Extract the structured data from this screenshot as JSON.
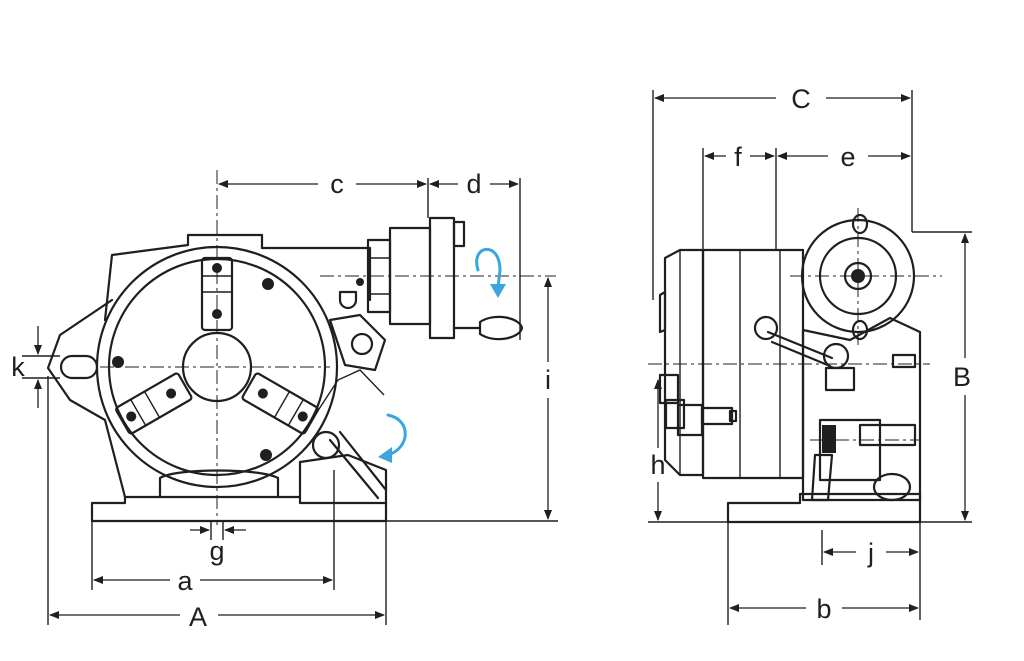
{
  "dimension_labels": {
    "A": "A",
    "a": "a",
    "g": "g",
    "k": "k",
    "c": "c",
    "d": "d",
    "i": "i",
    "C": "C",
    "f": "f",
    "e": "e",
    "B": "B",
    "h": "h",
    "j": "j",
    "b": "b"
  },
  "colors": {
    "line": "#1f1f1f",
    "rotation_arrow": "#3aa6dd",
    "background": "#ffffff"
  },
  "icons": [
    "rotation-arrow-icon"
  ]
}
